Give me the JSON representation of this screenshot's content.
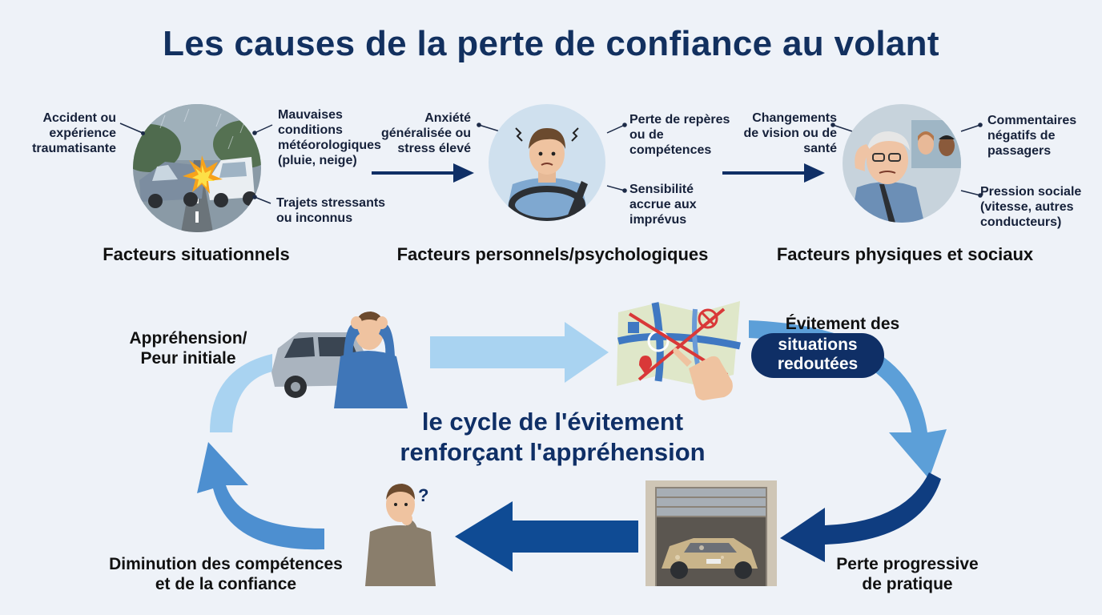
{
  "title": "Les causes de la perte de confiance au volant",
  "categories": {
    "situational": {
      "name": "Facteurs situationnels",
      "items": [
        "Accident ou expérience traumatisante",
        "Mauvaises conditions météorologiques (pluie, neige)",
        "Trajets stressants ou inconnus"
      ]
    },
    "personal": {
      "name": "Facteurs personnels/psychologiques",
      "items": [
        "Anxiété généralisée ou stress élevé",
        "Perte de repères ou de compétences",
        "Sensibilité accrue aux imprévus"
      ]
    },
    "physical": {
      "name": "Facteurs physiques et sociaux",
      "items": [
        "Changements de vision ou de santé",
        "Commentaires négatifs de passagers",
        "Pression sociale (vitesse, autres conducteurs)"
      ]
    }
  },
  "cycle": {
    "title_line1": "le cycle de l'évitement",
    "title_line2": "renforçant l'appréhension",
    "steps": {
      "apprehension": {
        "line1": "Appréhension/",
        "line2": "Peur initiale"
      },
      "avoidance": {
        "line1": "Évitement des",
        "line2": "situations",
        "line3": "redoutées"
      },
      "loss": {
        "line1": "Perte progressive",
        "line2": "de pratique"
      },
      "decrease": {
        "line1": "Diminution des compétences",
        "line2": "et de la confiance"
      }
    }
  },
  "icons": [
    "car-crash-illustration",
    "stressed-driver-illustration",
    "elderly-driver-illustration",
    "worried-man-car-illustration",
    "map-crossed-illustration",
    "dusty-car-garage-illustration",
    "thinking-man-illustration",
    "question-mark-icon"
  ],
  "colors": {
    "title": "#12305f",
    "arrow_light": "#a9d3f1",
    "arrow_mid": "#5c9fd8",
    "arrow_dark": "#0f3d80"
  }
}
